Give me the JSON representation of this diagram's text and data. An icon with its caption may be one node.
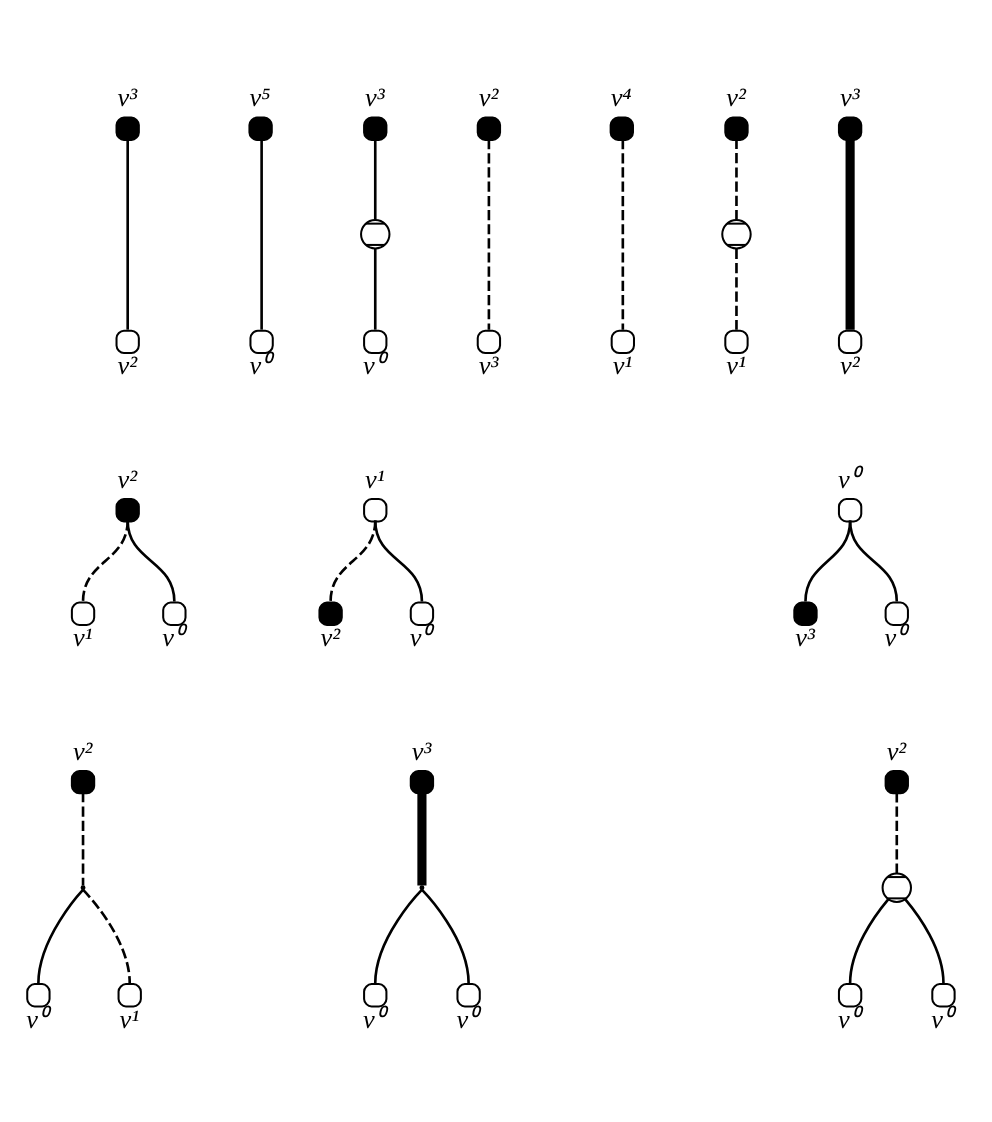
{
  "diagram": {
    "nodes": [
      {
        "text": [],
        "shape": "circle",
        "beside": [
          "v³"
        ]
      },
      {
        "text": [],
        "shape": "circle",
        "beside": [
          "v⁵"
        ]
      },
      {
        "text": [],
        "shape": "circle",
        "beside": [
          "v³"
        ]
      },
      {
        "text": [],
        "shape": "circle",
        "beside": [
          "v²"
        ]
      },
      {
        "text": [],
        "shape": "circle",
        "beside": [
          "v⁴"
        ]
      },
      {
        "text": [],
        "shape": "circle",
        "beside": [
          "v²"
        ]
      },
      {
        "text": [],
        "shape": "circle",
        "beside": [
          "v³"
        ]
      },
      {
        "text": [],
        "shape": "circle"
      },
      {
        "text": [],
        "shape": "circle"
      },
      {
        "text": [],
        "shape": "circle",
        "beside": [
          "v²"
        ]
      },
      {
        "text": [],
        "shape": "circle",
        "beside": [
          "v⁰"
        ]
      },
      {
        "text": [],
        "shape": "circle",
        "beside": [
          "v⁰"
        ]
      },
      {
        "text": [],
        "shape": "circle",
        "beside": [
          "v³"
        ]
      },
      {
        "text": [],
        "shape": "circle",
        "beside": [
          "v¹"
        ]
      },
      {
        "text": [],
        "shape": "circle",
        "beside": [
          "v¹"
        ]
      },
      {
        "text": [],
        "shape": "circle",
        "beside": [
          "v²"
        ]
      },
      {
        "text": [],
        "shape": "circle",
        "beside": [
          "v²"
        ]
      },
      {
        "text": [],
        "shape": "circle",
        "beside": [
          "v¹"
        ]
      },
      {
        "text": [],
        "shape": "circle",
        "beside": [
          "v⁰"
        ]
      },
      {
        "text": [],
        "shape": "circle",
        "beside": [
          "v¹"
        ]
      },
      {
        "text": [],
        "shape": "circle",
        "beside": [
          "v⁰"
        ]
      },
      {
        "text": [],
        "shape": "circle",
        "beside": [
          "v²"
        ]
      },
      {
        "text": [],
        "shape": "circle",
        "beside": [
          "v⁰"
        ]
      },
      {
        "text": [],
        "shape": "circle",
        "beside": [
          "v³"
        ]
      },
      {
        "text": [],
        "shape": "circle",
        "beside": [
          "v⁰"
        ]
      },
      {
        "text": [],
        "shape": "circle",
        "beside": [
          "v²"
        ]
      },
      {
        "text": [],
        "shape": "circle",
        "beside": [
          "v³"
        ]
      },
      {
        "text": [],
        "shape": "circle",
        "beside": [
          "v²"
        ]
      },
      {
        "text": [],
        "shape": "point"
      },
      {
        "text": [],
        "shape": "point"
      },
      {
        "text": [],
        "shape": "circle"
      },
      {
        "text": [],
        "shape": "circle",
        "beside": [
          "v⁰"
        ]
      },
      {
        "text": [],
        "shape": "circle",
        "beside": [
          "v¹"
        ]
      },
      {
        "text": [],
        "shape": "circle",
        "beside": [
          "v⁰"
        ]
      },
      {
        "text": [],
        "shape": "circle",
        "beside": [
          "v⁰"
        ]
      },
      {
        "text": [],
        "shape": "circle",
        "beside": [
          "v⁰"
        ]
      },
      {
        "text": [],
        "shape": "circle",
        "beside": [
          "v⁰"
        ]
      }
    ],
    "edges": [
      {
        "from": 0,
        "to": 9,
        "arrow": "none"
      },
      {
        "from": 1,
        "to": 10,
        "arrow": "none"
      },
      {
        "from": 2,
        "to": 7,
        "arrow": "none"
      },
      {
        "from": 7,
        "to": 11,
        "arrow": "none"
      },
      {
        "from": 3,
        "to": 12,
        "arrow": "none",
        "style": "dashed"
      },
      {
        "from": 4,
        "to": 13,
        "arrow": "none",
        "style": "dashed"
      },
      {
        "from": 5,
        "to": 8,
        "arrow": "none",
        "style": "dashed"
      },
      {
        "from": 8,
        "to": 14,
        "arrow": "none",
        "style": "dashed"
      },
      {
        "from": 6,
        "to": 15,
        "arrow": "none",
        "style": "thick"
      },
      {
        "from": 16,
        "to": 19,
        "arrow": "none",
        "style": "dashed"
      },
      {
        "from": 16,
        "to": 20,
        "arrow": "none"
      },
      {
        "from": 17,
        "to": 21,
        "arrow": "none",
        "style": "dashed"
      },
      {
        "from": 17,
        "to": 22,
        "arrow": "none"
      },
      {
        "from": 18,
        "to": 23,
        "arrow": "none"
      },
      {
        "from": 18,
        "to": 24,
        "arrow": "none"
      },
      {
        "from": 25,
        "to": 28,
        "arrow": "none",
        "style": "dashed"
      },
      {
        "from": 28,
        "to": 31,
        "arrow": "none"
      },
      {
        "from": 28,
        "to": 32,
        "arrow": "none",
        "style": "dashed"
      },
      {
        "from": 26,
        "to": 29,
        "arrow": "none",
        "style": "thick"
      },
      {
        "from": 29,
        "to": 33,
        "arrow": "none"
      },
      {
        "from": 29,
        "to": 34,
        "arrow": "none"
      },
      {
        "from": 27,
        "to": 30,
        "arrow": "none",
        "style": "dashed"
      },
      {
        "from": 30,
        "to": 35,
        "arrow": "none"
      },
      {
        "from": 30,
        "to": 36,
        "arrow": "none"
      }
    ]
  }
}
